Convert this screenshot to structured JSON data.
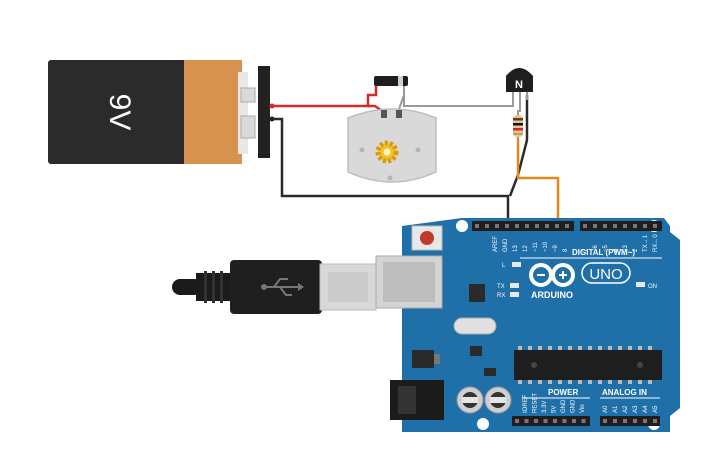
{
  "battery": {
    "label": "9V",
    "body_color": "#2b2b2b",
    "cap_color": "#d8924f"
  },
  "transistor": {
    "label": "N"
  },
  "arduino": {
    "board_color": "#1f6fa8",
    "logo_text": "ARDUINO",
    "model": "UNO",
    "header_top_left": [
      "AREF",
      "GND",
      "13",
      "12",
      "~11",
      "~10",
      "~9",
      "8"
    ],
    "header_top_right": [
      "7",
      "~6",
      "~5",
      "4",
      "~3",
      "2",
      "TX→1",
      "RX←0"
    ],
    "digital_label": "DIGITAL (PWM~)",
    "led_labels": {
      "l": "L",
      "tx": "TX",
      "rx": "RX",
      "on": "ON"
    },
    "power_label": "POWER",
    "analog_label": "ANALOG IN",
    "power_pins": [
      "IOREF",
      "RESET",
      "3.3V",
      "5V",
      "GND",
      "GND",
      "Vin"
    ],
    "analog_pins": [
      "A0",
      "A1",
      "A2",
      "A3",
      "A4",
      "A5"
    ]
  },
  "wires": {
    "red": "#d22b2b",
    "black": "#2a2a2a",
    "gray": "#9a9a9a",
    "orange": "#e08a1e"
  }
}
